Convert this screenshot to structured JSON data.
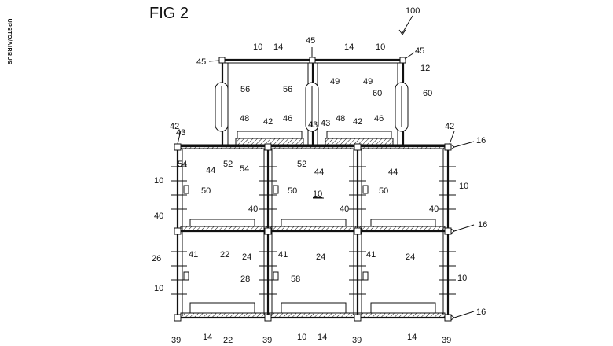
{
  "side_text": "UPSTO/AIRBUS",
  "figure_title": "FIG 2",
  "labels": [
    "100",
    "10",
    "14",
    "45",
    "10",
    "14",
    "45",
    "45",
    "56",
    "56",
    "49",
    "49",
    "12",
    "60",
    "60",
    "48",
    "42",
    "46",
    "43",
    "48",
    "42",
    "46",
    "42",
    "43",
    "43",
    "42",
    "16",
    "54",
    "44",
    "52",
    "54",
    "52",
    "44",
    "44",
    "10",
    "50",
    "50",
    "10",
    "50",
    "10",
    "40",
    "40",
    "40",
    "40",
    "16",
    "26",
    "41",
    "22",
    "24",
    "41",
    "24",
    "41",
    "24",
    "10",
    "28",
    "58",
    "10",
    "16",
    "39",
    "14",
    "22",
    "39",
    "10",
    "14",
    "39",
    "14",
    "39"
  ]
}
